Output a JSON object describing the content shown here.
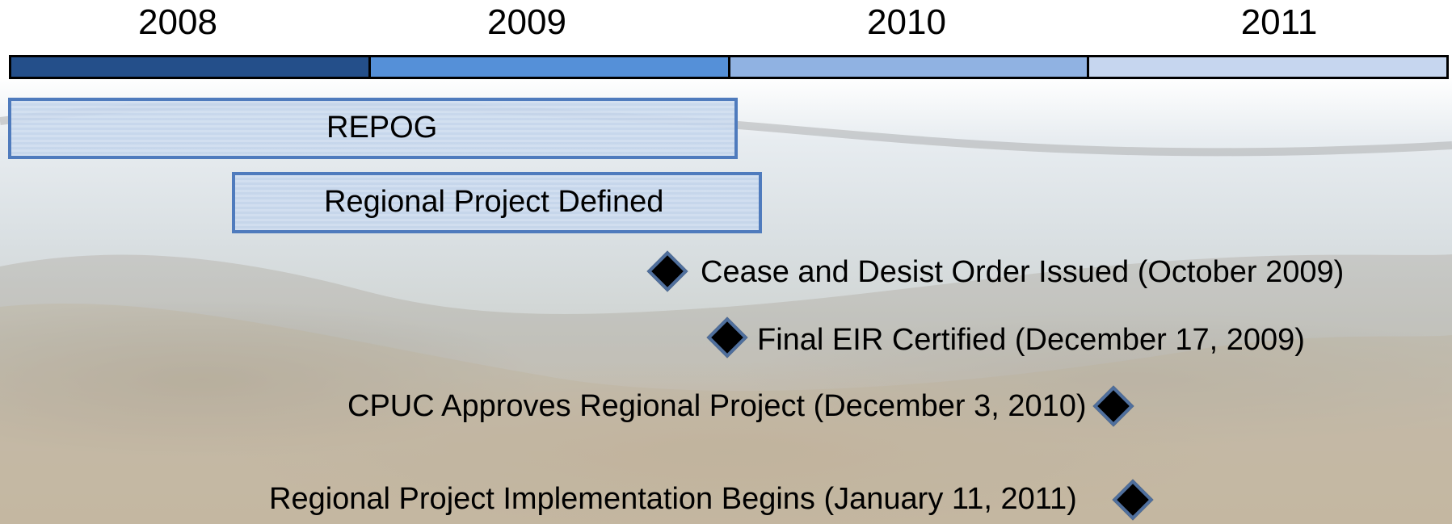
{
  "timeline": {
    "years": [
      {
        "label": "2008",
        "color": "#244f8a"
      },
      {
        "label": "2009",
        "color": "#5590d8"
      },
      {
        "label": "2010",
        "color": "#90b2e2"
      },
      {
        "label": "2011",
        "color": "#c6d6ef"
      }
    ]
  },
  "bars": [
    {
      "label": "REPOG"
    },
    {
      "label": "Regional Project Defined"
    }
  ],
  "milestones": [
    {
      "label": "Cease and Desist Order Issued (October 2009)"
    },
    {
      "label": "Final EIR Certified (December 17, 2009)"
    },
    {
      "label": "CPUC Approves Regional Project (December 3, 2010)"
    },
    {
      "label": "Regional Project Implementation Begins (January 11, 2011)"
    }
  ],
  "colors": {
    "bar_border": "#4f7bbd",
    "diamond_fill": "#000000",
    "diamond_border": "#4f6f9d"
  }
}
